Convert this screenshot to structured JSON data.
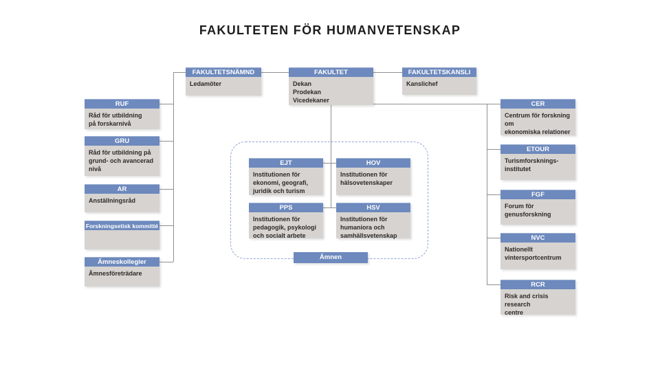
{
  "title": "FAKULTETEN FÖR HUMANVETENSKAP",
  "colors": {
    "header_blue": "#6d89bd",
    "body_gray": "#d6d3d0",
    "connector_gray": "#8f8f8f",
    "dashed_border_blue": "#8da3d6",
    "title_text": "#1d1d1f",
    "header_text": "#ffffff"
  },
  "boxes": {
    "fakultetsnamnd": {
      "title": "FAKULTETSNÄMND",
      "body": "Ledamöter"
    },
    "fakultet": {
      "title": "FAKULTET",
      "body": "Dekan\nProdekan\nVicedekaner"
    },
    "fakultetskansli": {
      "title": "FAKULTETSKANSLI",
      "body": "Kanslichef"
    },
    "ruf": {
      "title": "RUF",
      "body": "Råd för utbildning\npå forskarnivå"
    },
    "gru": {
      "title": "GRU",
      "body": "Råd för utbildning på\ngrund- och avancerad\nnivå"
    },
    "ar": {
      "title": "AR",
      "body": "Anställningsråd"
    },
    "forskningsetisk": {
      "title": "Forskningsetisk kommitté",
      "body": ""
    },
    "amneskollegier": {
      "title": "Ämneskollegier",
      "body": "Ämnesföreträdare"
    },
    "ejt": {
      "title": "EJT",
      "body": "Institutionen för\nekonomi, geografi,\njuridik och turism"
    },
    "hov": {
      "title": "HOV",
      "body": "Institutionen för\nhälsovetenskaper"
    },
    "pps": {
      "title": "PPS",
      "body": "Institutionen för\npedagogik, psykologi\noch socialt arbete"
    },
    "hsv": {
      "title": "HSV",
      "body": "Institutionen för\nhumaniora och\nsamhällsvetenskap"
    },
    "amnen": {
      "title": "Ämnen"
    },
    "cer": {
      "title": "CER",
      "body": "Centrum för forskning om\nekonomiska relationer"
    },
    "etour": {
      "title": "ETOUR",
      "body": "Turismforsknings-\ninstitutet"
    },
    "fgf": {
      "title": "FGF",
      "body": "Forum för\ngenusforskning"
    },
    "nvc": {
      "title": "NVC",
      "body": "Nationellt\nvintersportcentrum"
    },
    "rcr": {
      "title": "RCR",
      "body": "Risk and crisis research\ncentre"
    }
  }
}
